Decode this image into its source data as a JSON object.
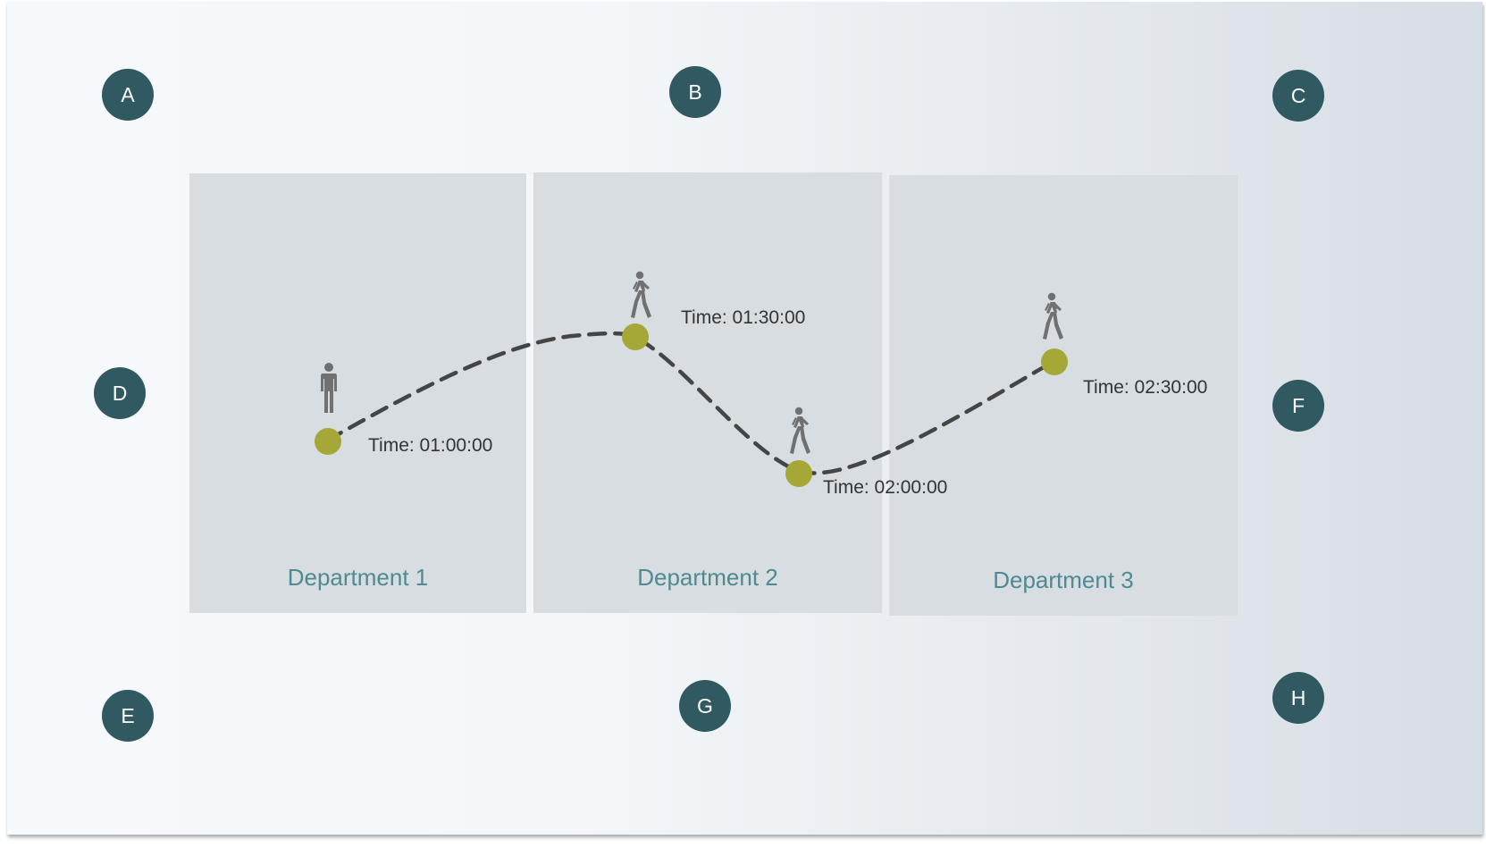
{
  "departments": [
    {
      "label": "Department 1"
    },
    {
      "label": "Department 2"
    },
    {
      "label": "Department 3"
    }
  ],
  "markers": [
    "A",
    "B",
    "C",
    "D",
    "E",
    "F",
    "G",
    "H"
  ],
  "stops": [
    {
      "time": "Time: 01:00:00",
      "figure": "standing-person-icon"
    },
    {
      "time": "Time: 01:30:00",
      "figure": "walking-person-icon"
    },
    {
      "time": "Time: 02:00:00",
      "figure": "walking-person-icon"
    },
    {
      "time": "Time: 02:30:00",
      "figure": "walking-person-icon"
    }
  ],
  "colors": {
    "marker": "#305961",
    "panel": "#d8dde2",
    "department_label": "#4e8a91",
    "stop_dot": "#a5a736",
    "path": "#454545",
    "figure": "#707070"
  }
}
